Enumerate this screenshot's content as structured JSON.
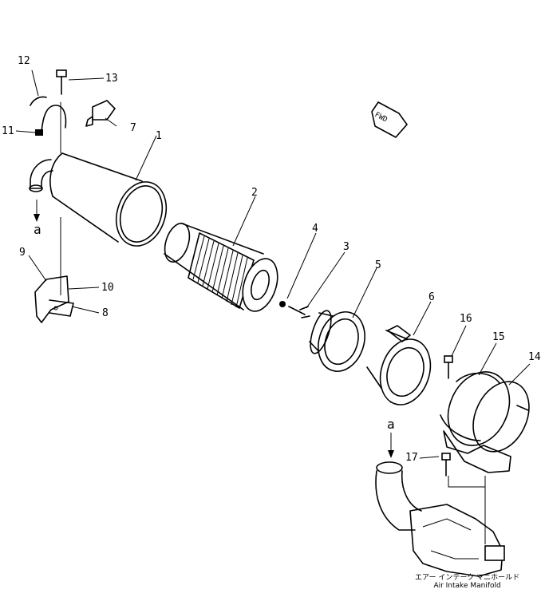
{
  "callouts": {
    "p1": "1",
    "p2": "2",
    "p3": "3",
    "p4": "4",
    "p5": "5",
    "p6": "6",
    "p7": "7",
    "p8": "8",
    "p9": "9",
    "p10": "10",
    "p11": "11",
    "p12": "12",
    "p13": "13",
    "p14": "14",
    "p15": "15",
    "p16": "16",
    "p17": "17"
  },
  "refs": {
    "a_left": "a",
    "a_right": "a"
  },
  "fwd": "FWD",
  "note": {
    "japanese": "エアー インテーク マニホールド",
    "english": "Air  Intake  Manifold"
  },
  "colors": {
    "ink": "#000000",
    "paper": "#ffffff"
  }
}
